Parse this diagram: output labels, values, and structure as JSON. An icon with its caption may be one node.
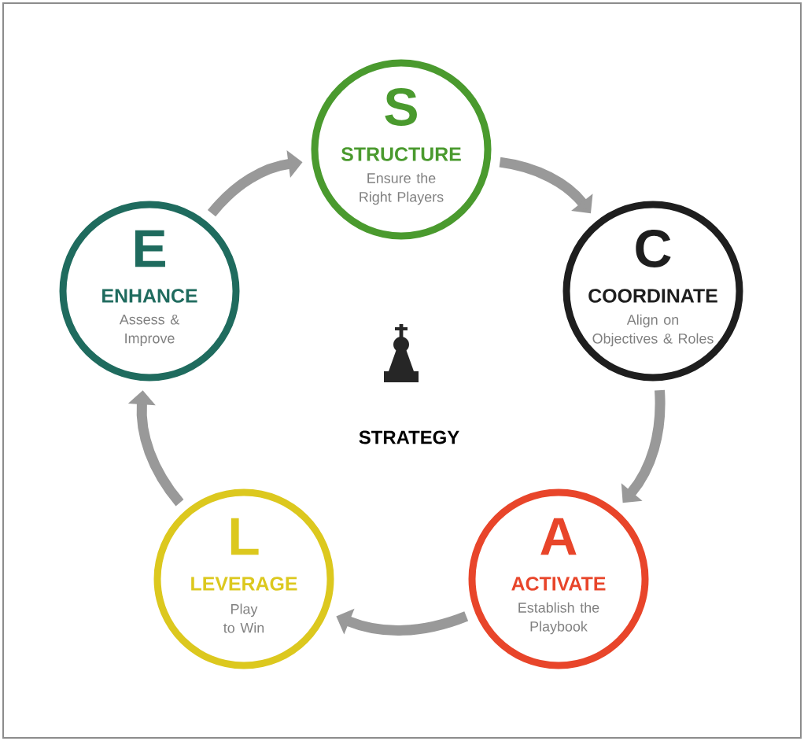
{
  "diagram": {
    "nodes": [
      {
        "text": [
          "S",
          "STRUCTURE",
          "Ensure the Right Players"
        ]
      },
      {
        "text": [
          "C",
          "COORDINATE",
          "Align on Objectives & Roles"
        ]
      },
      {
        "text": [
          "A",
          "ACTIVATE",
          "Establish the Playbook"
        ]
      },
      {
        "text": [
          "L",
          "LEVERAGE",
          "Play to Win"
        ]
      },
      {
        "text": [
          "E",
          "ENHANCE",
          "Assess & Improve"
        ]
      }
    ],
    "edges": [
      {
        "from": 0,
        "to": 1,
        "arrow": "to"
      },
      {
        "from": 1,
        "to": 2,
        "arrow": "to"
      },
      {
        "from": 2,
        "to": 3,
        "arrow": "to"
      },
      {
        "from": 3,
        "to": 4,
        "arrow": "to"
      },
      {
        "from": 4,
        "to": 0,
        "arrow": "to"
      }
    ],
    "labels": [
      "STRATEGY"
    ]
  }
}
